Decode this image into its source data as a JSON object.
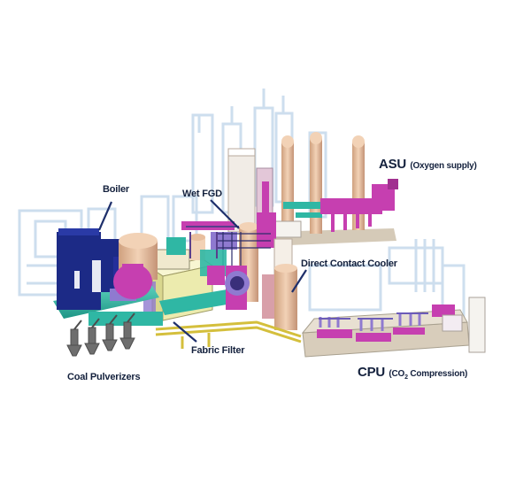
{
  "labels": {
    "boiler": "Boiler",
    "wet_fgd": "Wet FGD",
    "asu_main": "ASU",
    "asu_sub": "(Oxygen supply)",
    "direct_contact_cooler": "Direct Contact Cooler",
    "fabric_filter": "Fabric Filter",
    "coal_pulverizers": "Coal Pulverizers",
    "cpu_main": "CPU",
    "cpu_sub_pre": "(CO",
    "cpu_sub_sub": "2",
    "cpu_sub_post": " Compression)"
  },
  "colors": {
    "boiler": "#1c2a86",
    "teal_duct": "#2fb7a4",
    "magenta": "#c83fb1",
    "tan": "#e9bf9d",
    "fabric_filter": "#eeeeb2",
    "ghost": "#c9dcef",
    "yellow_pipe": "#d4bf3c",
    "platform": "#d9d0c1"
  }
}
